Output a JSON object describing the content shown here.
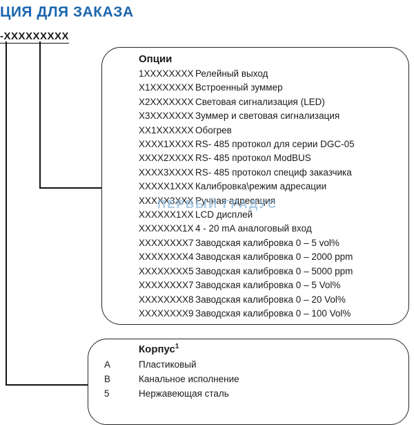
{
  "title": "ЦИЯ ДЛЯ ЗАКАЗА",
  "product_code": "-XXXXXXXXX",
  "watermark": "ПЕРВЫЙ ГРАДУС",
  "options_box": {
    "header": "Опции",
    "rows": [
      {
        "code": "1XXXXXXXX",
        "desc": "Релейный выход"
      },
      {
        "code": "X1XXXXXXX",
        "desc": "Встроенный зуммер"
      },
      {
        "code": "X2XXXXXXX",
        "desc": "Световая сигнализация (LED)"
      },
      {
        "code": "X3XXXXXXX",
        "desc": "Зуммер и световая сигнализация"
      },
      {
        "code": "XX1XXXXXX",
        "desc": "Обогрев"
      },
      {
        "code": "XXXX1XXXX",
        "desc": "RS- 485 протокол для серии DGC-05"
      },
      {
        "code": "XXXX2XXXX",
        "desc": "RS- 485 протокол ModBUS"
      },
      {
        "code": "XXXX3XXXX",
        "desc": "RS- 485 протокол специф заказчика"
      },
      {
        "code": "XXXXX1XXX",
        "desc": "Калибровка\\режим адресации"
      },
      {
        "code": "XXXXX3XXX",
        "desc": "Ручная адресация"
      },
      {
        "code": "XXXXXX1XX",
        "desc": "LCD дисплей"
      },
      {
        "code": "XXXXXXX1X",
        "desc": "4 - 20 mA аналоговый вход"
      },
      {
        "code": "XXXXXXXX7",
        "desc": "Заводская калибровка 0 – 5 vol%"
      },
      {
        "code": "XXXXXXXX4",
        "desc": "Заводская калибровка 0 – 2000 ppm"
      },
      {
        "code": "XXXXXXXX5",
        "desc": "Заводская калибровка 0 – 5000 ppm"
      },
      {
        "code": "XXXXXXXX7",
        "desc": "Заводская калибровка 0 – 5 Vol%"
      },
      {
        "code": "XXXXXXXX8",
        "desc": "Заводская калибровка 0 – 20 Vol%"
      },
      {
        "code": "XXXXXXXX9",
        "desc": "Заводская калибровка 0 – 100 Vol%"
      }
    ]
  },
  "housing_box": {
    "header": "Корпус",
    "header_sup": "1",
    "rows": [
      {
        "code": "A",
        "desc": "Пластиковый"
      },
      {
        "code": "B",
        "desc": "Канальное исполнение"
      },
      {
        "code": "5",
        "desc": "Нержавеющая сталь"
      }
    ]
  }
}
